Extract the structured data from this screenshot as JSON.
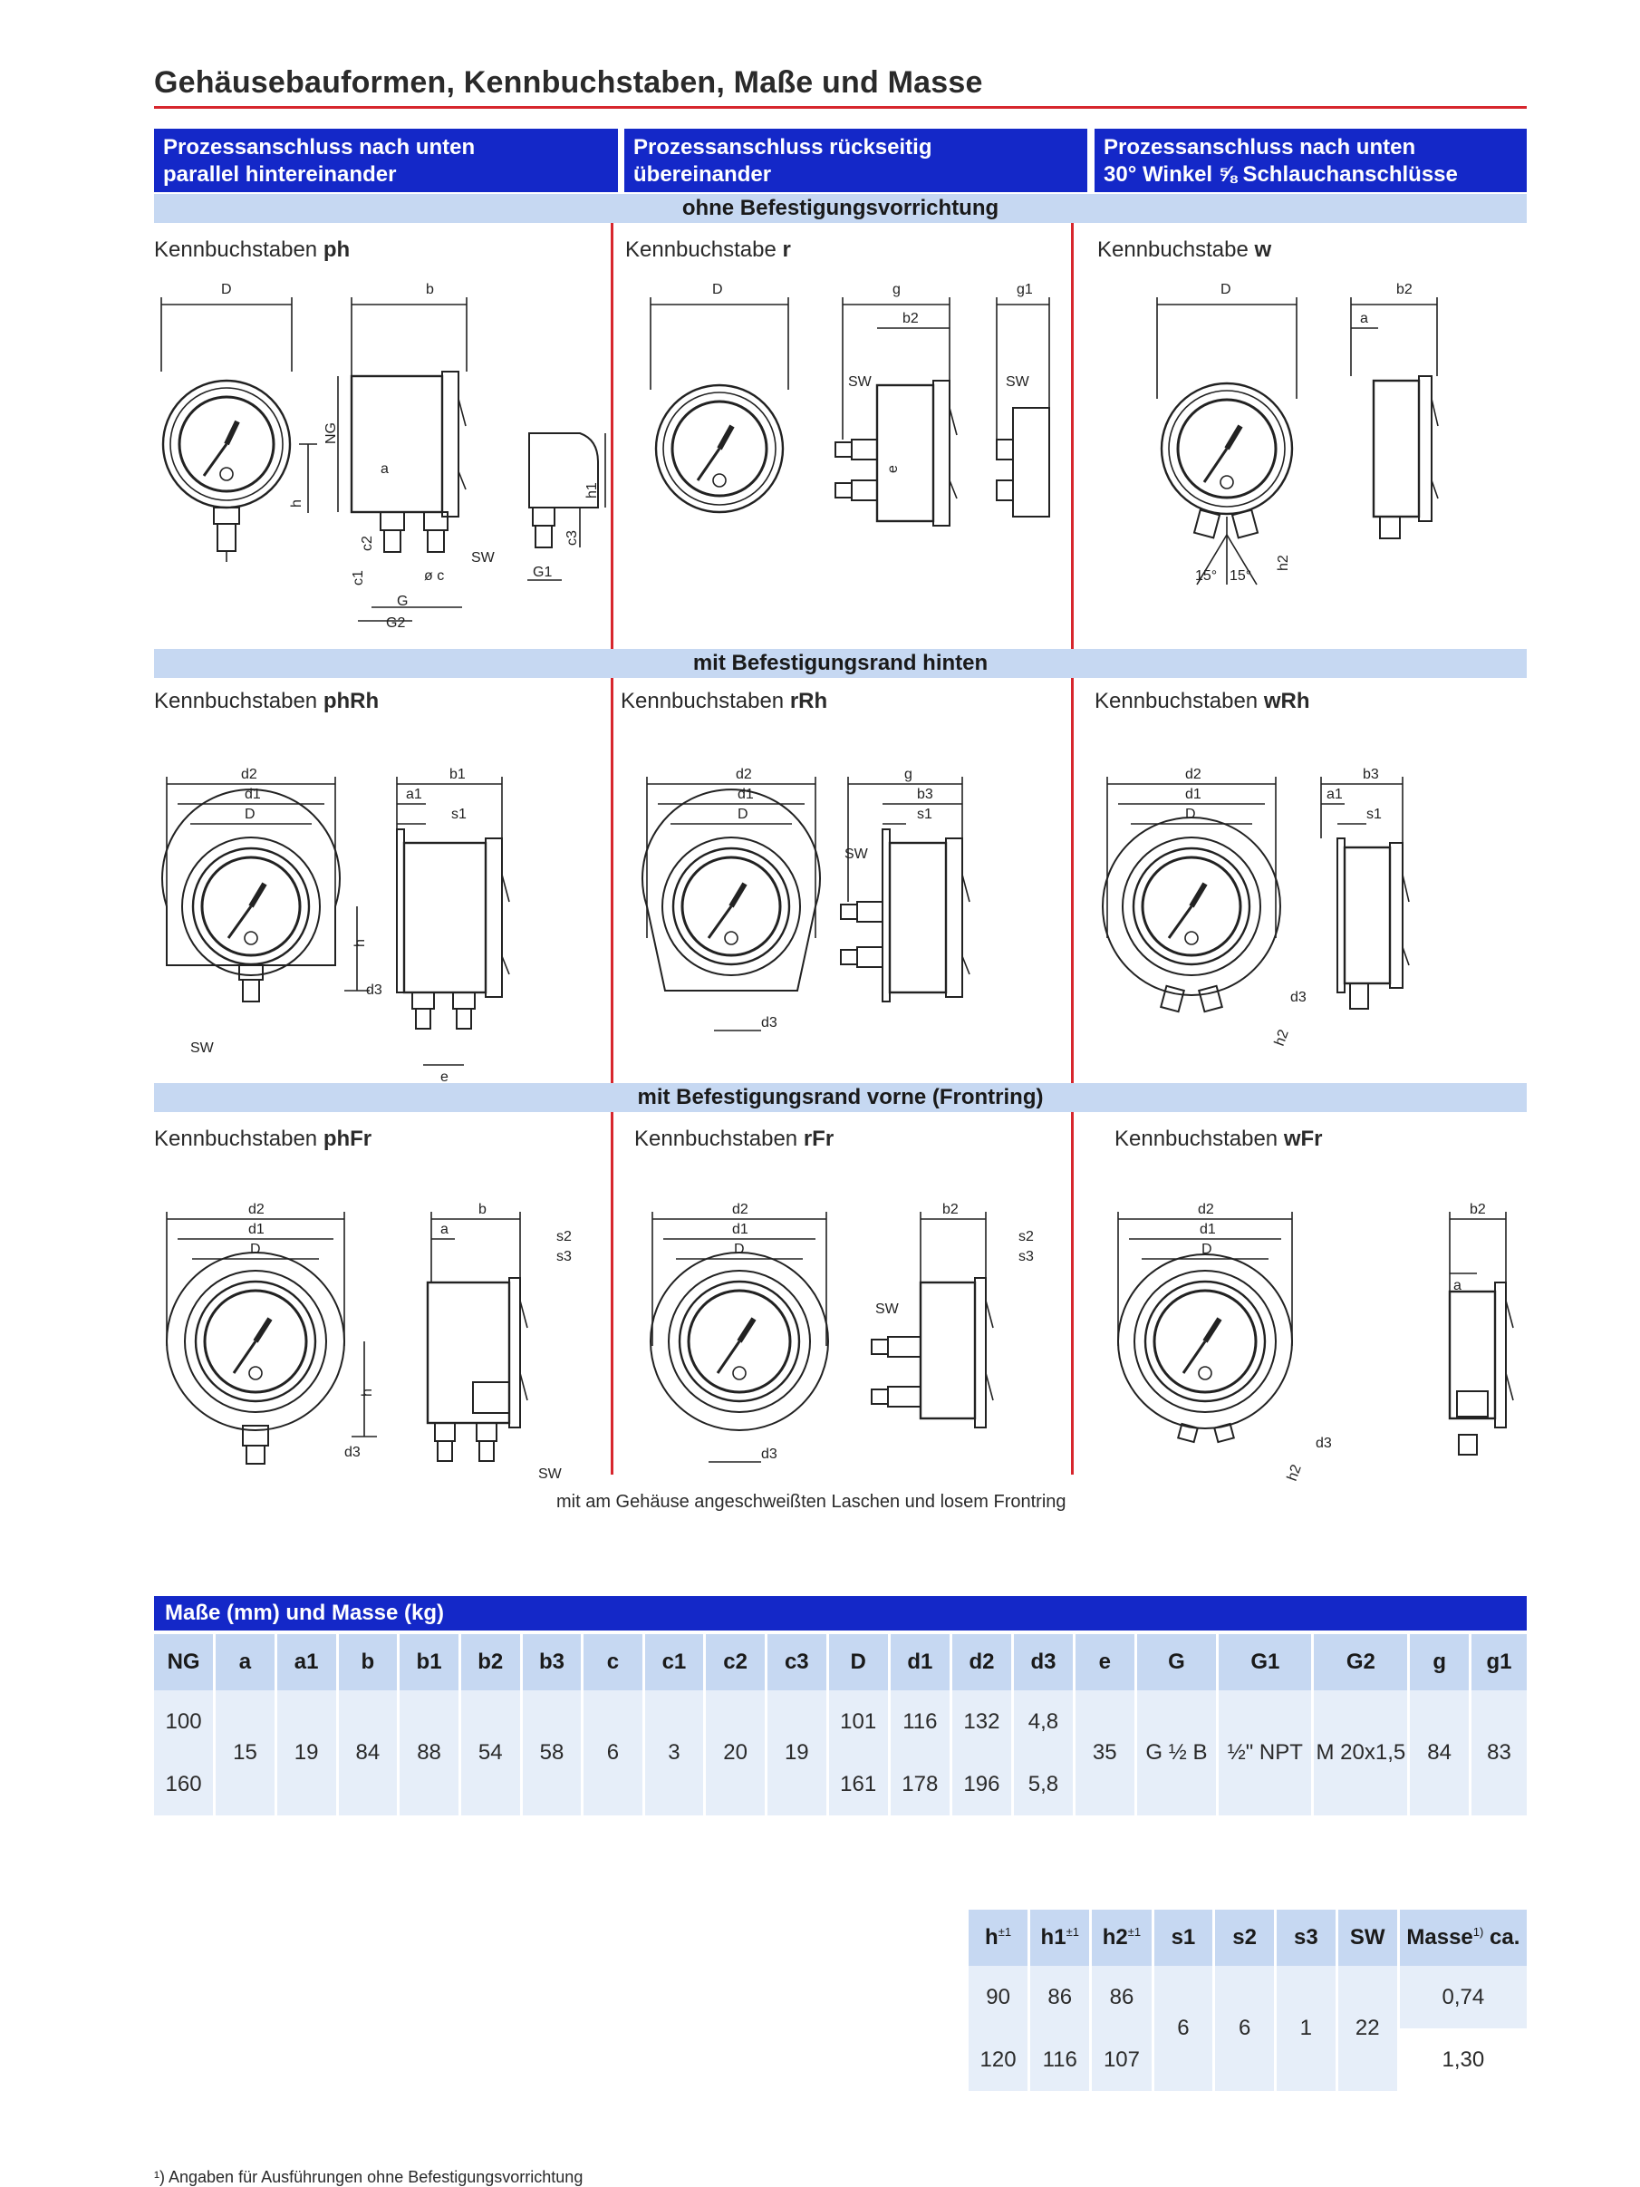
{
  "title": "Gehäusebauformen, Kennbuchstaben, Maße und Masse",
  "columns": [
    {
      "line1": "Prozessanschluss nach unten",
      "line2": "parallel hintereinander"
    },
    {
      "line1": "Prozessanschluss rückseitig",
      "line2": "übereinander"
    },
    {
      "line1": "Prozessanschluss nach unten",
      "line2": "30° Winkel ⅝ Schlauchanschlüsse"
    }
  ],
  "bands": {
    "row1": "ohne Befestigungsvorrichtung",
    "row2": "mit Befestigungsrand hinten",
    "row3": "mit Befestigungsrand vorne (Frontring)"
  },
  "kennbuchstaben": {
    "ph": {
      "prefix": "Kennbuchstaben",
      "code": "ph"
    },
    "r": {
      "prefix": "Kennbuchstabe",
      "code": "r"
    },
    "w": {
      "prefix": "Kennbuchstabe",
      "code": "w"
    },
    "phRh": {
      "prefix": "Kennbuchstaben",
      "code": "phRh"
    },
    "rRh": {
      "prefix": "Kennbuchstaben",
      "code": "rRh"
    },
    "wRh": {
      "prefix": "Kennbuchstaben",
      "code": "wRh"
    },
    "phFr": {
      "prefix": "Kennbuchstaben",
      "code": "phFr"
    },
    "rFr": {
      "prefix": "Kennbuchstaben",
      "code": "rFr"
    },
    "wFr": {
      "prefix": "Kennbuchstaben",
      "code": "wFr"
    }
  },
  "drawing_labels": {
    "D": "D",
    "b": "b",
    "b1": "b1",
    "b2": "b2",
    "b3": "b3",
    "g": "g",
    "g1": "g1",
    "NG": "NG",
    "a": "a",
    "a1": "a1",
    "h": "h",
    "h1": "h1",
    "h2": "h2",
    "c1": "c1",
    "c2": "c2",
    "c3": "c3",
    "c": "ø c",
    "G": "G",
    "G1": "G1",
    "G2": "G2",
    "SW": "SW",
    "e": "e",
    "d1": "d1",
    "d2": "d2",
    "d3": "d3",
    "s1": "s1",
    "s2": "s2",
    "s3": "s3",
    "deg15": "15°"
  },
  "note": "mit am Gehäuse angeschweißten Laschen und losem Frontring",
  "table_title": "Maße (mm) und Masse (kg)",
  "table1": {
    "headers": [
      "NG",
      "a",
      "a1",
      "b",
      "b1",
      "b2",
      "b3",
      "c",
      "c1",
      "c2",
      "c3",
      "D",
      "d1",
      "d2",
      "d3",
      "e",
      "G",
      "G1",
      "G2",
      "g",
      "g1"
    ],
    "ng": [
      "100",
      "160"
    ],
    "common": {
      "a": "15",
      "a1": "19",
      "b": "84",
      "b1": "88",
      "b2": "54",
      "b3": "58",
      "c": "6",
      "c1": "3",
      "c2": "20",
      "c3": "19",
      "e": "35",
      "G": "G ½ B",
      "G1": "½\" NPT",
      "G2": "M 20x1,5",
      "g": "84",
      "g1": "83"
    },
    "row100": {
      "D": "101",
      "d1": "116",
      "d2": "132",
      "d3": "4,8"
    },
    "row160": {
      "D": "161",
      "d1": "178",
      "d2": "196",
      "d3": "5,8"
    }
  },
  "table2": {
    "headers": {
      "h": "h",
      "h1": "h1",
      "h2": "h2",
      "tol": "±1",
      "s1": "s1",
      "s2": "s2",
      "s3": "s3",
      "SW": "SW",
      "masse": "Masse",
      "fn": "1)",
      "ca": " ca."
    },
    "row100": {
      "h": "90",
      "h1": "86",
      "h2": "86",
      "masse": "0,74"
    },
    "row160": {
      "h": "120",
      "h1": "116",
      "h2": "107",
      "masse": "1,30"
    },
    "common": {
      "s1": "6",
      "s2": "6",
      "s3": "1",
      "SW": "22"
    }
  },
  "footnote": "¹) Angaben für Ausführungen ohne Befestigungsvorrichtung",
  "colors": {
    "accent_red": "#d7262d",
    "header_blue": "#1428c8",
    "band_blue": "#c6d8f2",
    "cell_blue": "#e6eef9"
  }
}
